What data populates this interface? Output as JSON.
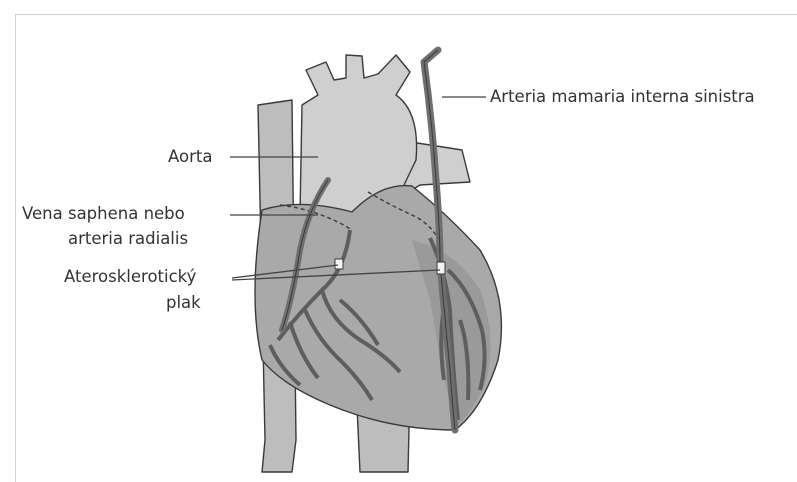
{
  "labels": {
    "aorta": "Aorta",
    "vein_line1": "Vena saphena nebo",
    "vein_line2": "arteria radialis",
    "plaque_line1": "Aterosklerotický",
    "plaque_line2": "plak",
    "lima": "Arteria mamaria interna sinistra"
  },
  "colors": {
    "heart_fill": "#a9a9a9",
    "heart_dark": "#8c8c8c",
    "vessel_light": "#cfcfcf",
    "vessel_mid": "#bdbdbd",
    "graft": "#6f6f6f",
    "outline": "#3a3a3a",
    "label_text": "#333333",
    "leader": "#444444"
  },
  "icons": [
    "heart-illustration"
  ]
}
